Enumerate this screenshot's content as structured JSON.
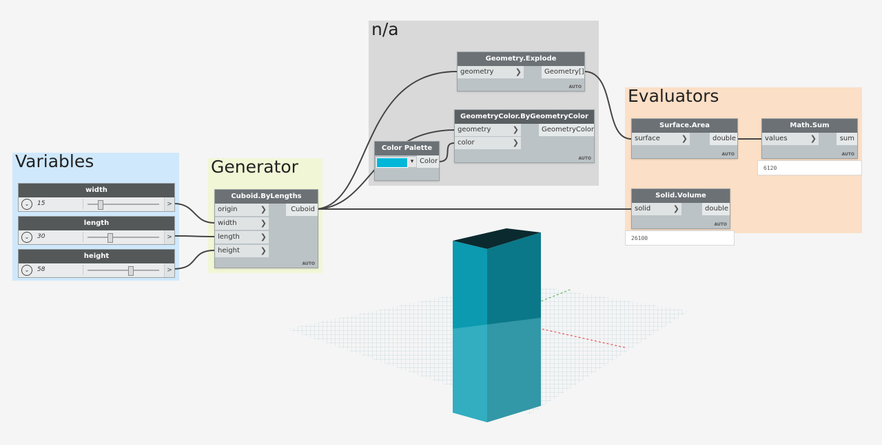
{
  "groups": {
    "variables": {
      "title": "Variables",
      "color": "#cfe8fb"
    },
    "generator": {
      "title": "Generator",
      "color": "#f1f6d6"
    },
    "na": {
      "title": "n/a",
      "color": "#d9d9d9"
    },
    "evaluators": {
      "title": "Evaluators",
      "color": "#fbdfc6"
    }
  },
  "sliders": [
    {
      "name": "width",
      "value": "15",
      "fraction": 0.18,
      "output": ">"
    },
    {
      "name": "length",
      "value": "30",
      "fraction": 0.3,
      "output": ">"
    },
    {
      "name": "height",
      "value": "58",
      "fraction": 0.58,
      "output": ">"
    }
  ],
  "nodes": {
    "cuboid": {
      "title": "Cuboid.ByLengths",
      "inputs": [
        "origin",
        "width",
        "length",
        "height"
      ],
      "output": "Cuboid",
      "auto": "AUTO"
    },
    "color_palette": {
      "title": "Color Palette",
      "output": "Color",
      "swatch": "#00b7d9",
      "dropdown": "▾"
    },
    "explode": {
      "title": "Geometry.Explode",
      "inputs": [
        "geometry"
      ],
      "output": "Geometry[]",
      "auto": "AUTO"
    },
    "geocolor": {
      "title": "GeometryColor.ByGeometryColor",
      "inputs": [
        "geometry",
        "color"
      ],
      "output": "GeometryColor",
      "auto": "AUTO"
    },
    "surface_area": {
      "title": "Surface.Area",
      "inputs": [
        "surface"
      ],
      "output": "double",
      "auto": "AUTO"
    },
    "math_sum": {
      "title": "Math.Sum",
      "inputs": [
        "values"
      ],
      "output": "sum",
      "auto": "AUTO"
    },
    "solid_volume": {
      "title": "Solid.Volume",
      "inputs": [
        "solid"
      ],
      "output": "double",
      "auto": "AUTO"
    }
  },
  "watch": {
    "math_sum": "6120",
    "solid_volume": "26100"
  },
  "arrow_glyph": "❯",
  "colors": {
    "cuboid": "#0b97ab",
    "cuboid_top": "#0b2a2f",
    "cuboid_right": "#0a7888",
    "wire": "#444444"
  }
}
